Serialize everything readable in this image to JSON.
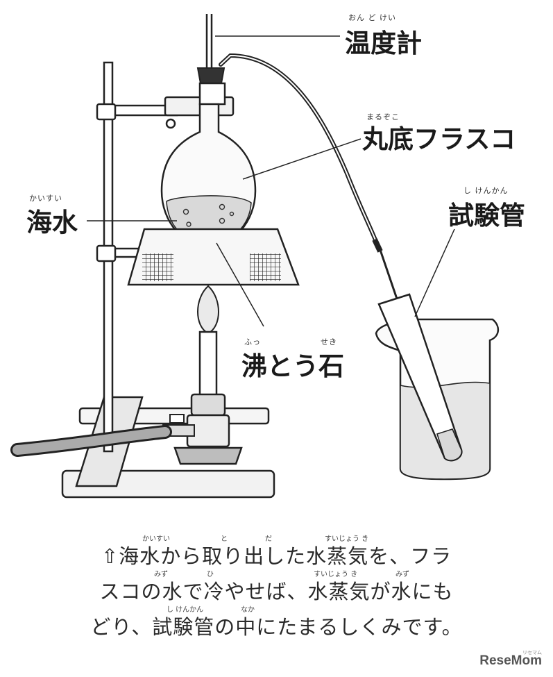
{
  "labels": {
    "thermometer": {
      "text": "温度計",
      "ruby": "おん ど けい"
    },
    "flask": {
      "text": "丸底フラスコ",
      "ruby": "まるぞこ"
    },
    "seawater": {
      "text": "海水",
      "ruby": "かいすい"
    },
    "test_tube": {
      "text": "試験管",
      "ruby": "し けんかん"
    },
    "boiling_stone": {
      "text": "沸とう石",
      "ruby_a": "ふっ",
      "ruby_b": "せき"
    }
  },
  "caption": {
    "arrow": "⇧",
    "line1": "海水から取り出した水蒸気を、フラ",
    "line2": "スコの水で冷やせば、水蒸気が水にも",
    "line3": "どり、試験管の中にたまるしくみです。",
    "ruby1": [
      "かいすい",
      "と",
      "だ",
      "すいじょう き"
    ],
    "ruby2": [
      "みず",
      "ひ",
      "すいじょう き",
      "みず"
    ],
    "ruby3": [
      "し けんかん",
      "なか"
    ]
  },
  "logo": {
    "text": "ReseMom",
    "sub": "リセマム"
  }
}
